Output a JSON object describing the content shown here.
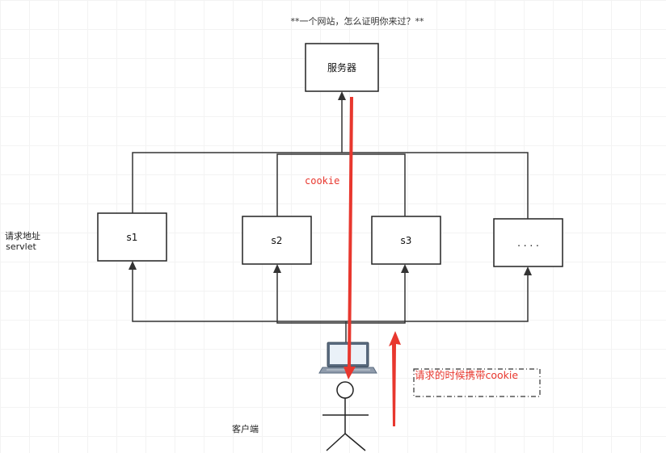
{
  "title": "**一个网站，怎么证明你来过？**",
  "server": {
    "label": "服务器"
  },
  "servlets": [
    {
      "label": "s1"
    },
    {
      "label": "s2"
    },
    {
      "label": "s3"
    },
    {
      "label": ". . . ."
    }
  ],
  "side_label": {
    "line1": "请求地址",
    "line2": "servlet"
  },
  "client": {
    "label": "客户端"
  },
  "cookie_label": "cookie",
  "note": "请求的时候携带cookie",
  "colors": {
    "line": "#333333",
    "accent": "#e8372e",
    "box_border": "#222222"
  },
  "icons": [
    "laptop-icon",
    "stick-figure-user-icon"
  ]
}
